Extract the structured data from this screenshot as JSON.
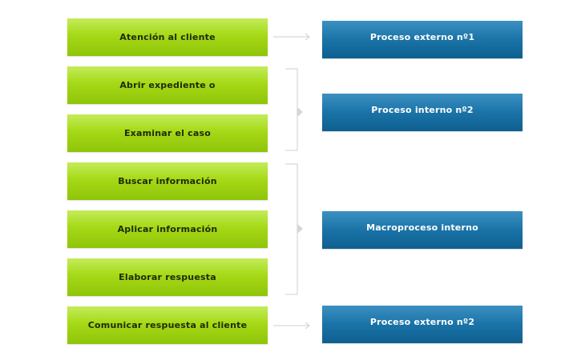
{
  "steps": [
    {
      "label": "Atención al cliente"
    },
    {
      "label": "Abrir expediente o"
    },
    {
      "label": "Examinar el caso"
    },
    {
      "label": "Buscar información"
    },
    {
      "label": "Aplicar información"
    },
    {
      "label": "Elaborar respuesta"
    },
    {
      "label": "Comunicar respuesta al cliente"
    }
  ],
  "processes": [
    {
      "label": "Proceso externo nº1"
    },
    {
      "label": "Proceso interno nº2"
    },
    {
      "label": "Macroproceso interno"
    },
    {
      "label": "Proceso externo nº2"
    }
  ],
  "colors": {
    "step_green": "#a6d916",
    "process_blue": "#1a73a7",
    "connector_gray": "#c8c8c8"
  }
}
